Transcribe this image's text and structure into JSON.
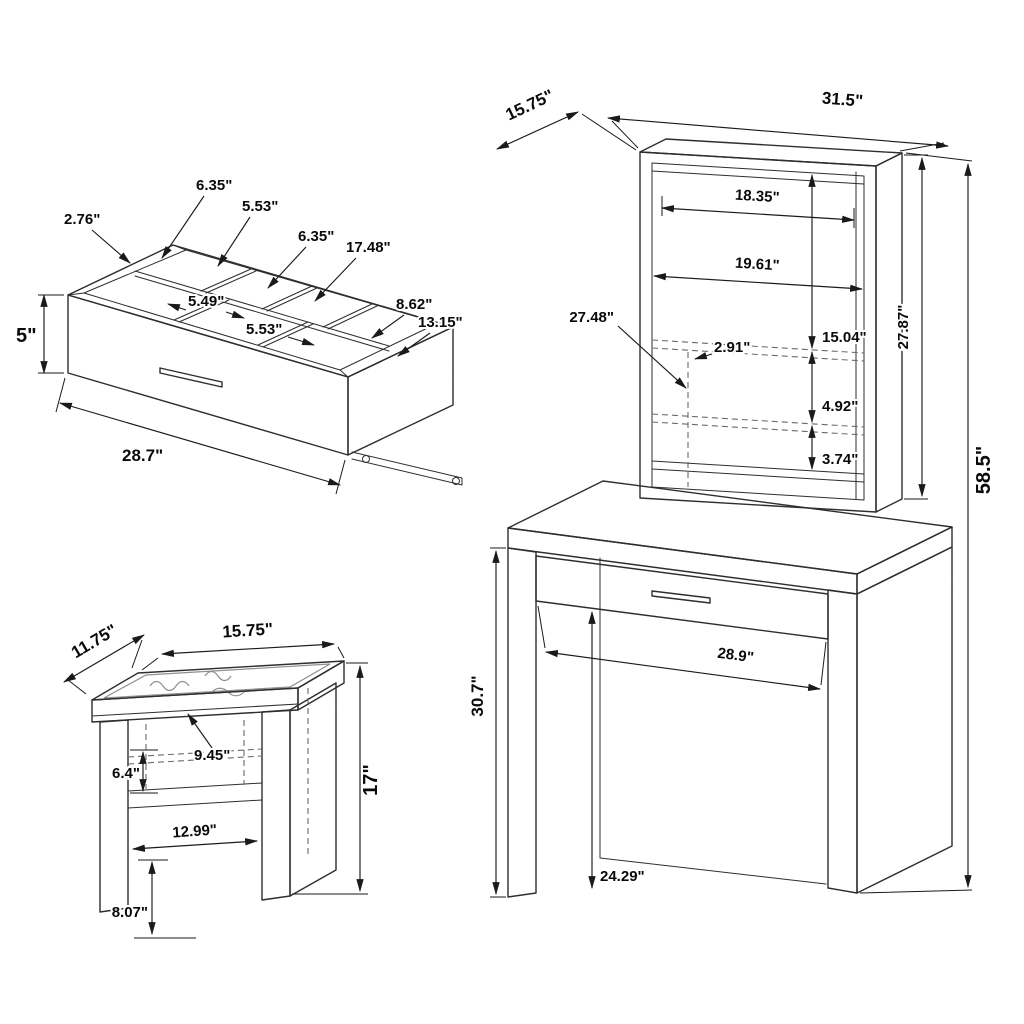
{
  "page": {
    "background": "#ffffff",
    "line_color": "#2e2e2e",
    "text_color": "#0a0a0a"
  },
  "drawer_box": {
    "side_height": "5\"",
    "length": "28.7\"",
    "dim_2_76": "2.76\"",
    "dim_6_35_a": "6.35\"",
    "dim_5_53_a": "5.53\"",
    "dim_6_35_b": "6.35\"",
    "dim_17_48": "17.48\"",
    "dim_5_49": "5.49\"",
    "dim_8_62": "8.62\"",
    "dim_5_53_b": "5.53\"",
    "dim_13_15": "13.15\""
  },
  "stool": {
    "depth": "11.75\"",
    "width": "15.75\"",
    "cushion_depth": "9.45\"",
    "opening_height": "6.4\"",
    "inner_width": "12.99\"",
    "base_height": "8.07\"",
    "height": "17\""
  },
  "vanity": {
    "depth": "15.75\"",
    "width": "31.5\"",
    "mirror_inner_width_top": "18.35\"",
    "mirror_inner_width": "19.61\"",
    "cabinet_height_side": "27.48\"",
    "shelf_thickness": "2.91\"",
    "shelf_gap_large": "15.04\"",
    "shelf_gap_mid": "4.92\"",
    "shelf_gap_small": "3.74\"",
    "mirror_height": "27.87\"",
    "total_height": "58.5\"",
    "knee_width": "28.9\"",
    "desk_height": "30.7\"",
    "knee_height": "24.29\""
  }
}
